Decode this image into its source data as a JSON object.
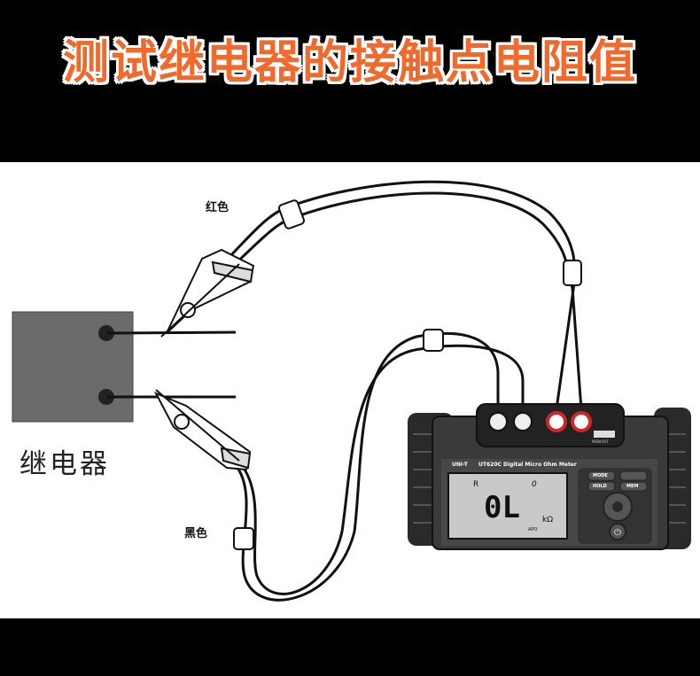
{
  "title": "测试继电器的接触点电阻值",
  "labels": {
    "red_lead": "红色",
    "black_lead": "黑色",
    "relay": "继电器"
  },
  "meter": {
    "brand": "UNI-T",
    "model_text": "UT620C Digital Micro Ohm Meter",
    "display_reading": "0L",
    "display_unit": "kΩ",
    "display_indicator_r": "R",
    "display_indicator_num": "0",
    "display_apo": "APO",
    "button_mode": "MODE",
    "button_hold": "HOLD",
    "button_mem": "MEM",
    "terminal_label": "MEN/OUT"
  },
  "colors": {
    "title": "#ef6a2c",
    "relay_box": "#6b6b6b",
    "terminal_ring": "#d0262b"
  }
}
